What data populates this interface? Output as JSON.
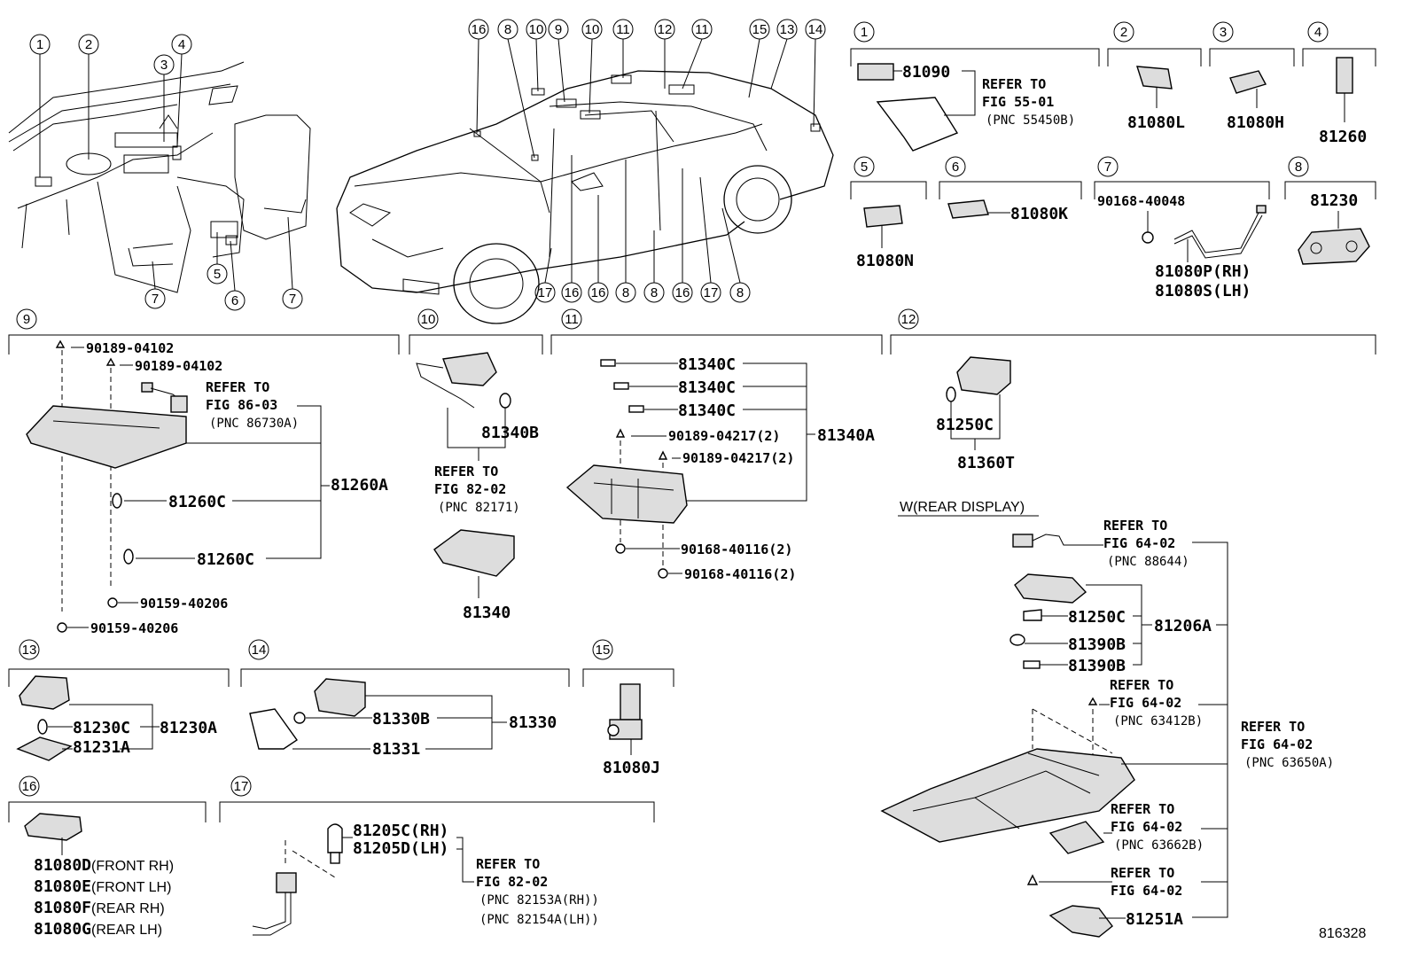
{
  "callouts": {
    "dash": [
      "1",
      "2",
      "3",
      "4",
      "5",
      "6",
      "7",
      "7"
    ],
    "car_top": [
      "16",
      "8",
      "10",
      "9",
      "10",
      "11",
      "12",
      "11",
      "15",
      "13",
      "14"
    ],
    "car_bottom": [
      "17",
      "16",
      "16",
      "8",
      "8",
      "16",
      "17",
      "8"
    ]
  },
  "sections": {
    "s1": {
      "num": "1",
      "part": "81090",
      "ref": [
        "REFER TO",
        "FIG 55-01",
        "(PNC 55450B)"
      ]
    },
    "s2": {
      "num": "2",
      "part": "81080L"
    },
    "s3": {
      "num": "3",
      "part": "81080H"
    },
    "s4": {
      "num": "4",
      "part": "81260"
    },
    "s5": {
      "num": "5",
      "part": "81080N"
    },
    "s6": {
      "num": "6",
      "part": "81080K"
    },
    "s7": {
      "num": "7",
      "bolt": "90168-40048",
      "part_rh": "81080P(RH)",
      "part_lh": "81080S(LH)"
    },
    "s8": {
      "num": "8",
      "part": "81230"
    },
    "s9": {
      "num": "9",
      "clip1": "90189-04102",
      "clip2": "90189-04102",
      "ref": [
        "REFER TO",
        "FIG 86-03",
        "(PNC 86730A)"
      ],
      "bulb1": "81260C",
      "bulb2": "81260C",
      "assy": "81260A",
      "screw1": "90159-40206",
      "screw2": "90159-40206"
    },
    "s10": {
      "num": "10",
      "bulb": "81340B",
      "ref": [
        "REFER TO",
        "FIG 82-02",
        "(PNC 82171)"
      ],
      "assy": "81340"
    },
    "s11": {
      "num": "11",
      "bulb1": "81340C",
      "bulb2": "81340C",
      "bulb3": "81340C",
      "clip1": "90189-04217(2)",
      "clip2": "90189-04217(2)",
      "assy": "81340A",
      "screw1": "90168-40116(2)",
      "screw2": "90168-40116(2)"
    },
    "s12": {
      "num": "12",
      "bulb": "81250C",
      "assy": "81360T"
    },
    "rear_display": {
      "title": "W(REAR DISPLAY)",
      "ref1": [
        "REFER TO",
        "FIG 64-02",
        "(PNC 88644)"
      ],
      "bulb": "81250C",
      "bulb2": "81390B",
      "bulb3": "81390B",
      "assy": "81206A",
      "ref2": [
        "REFER TO",
        "FIG 64-02",
        "(PNC 63412B)"
      ],
      "ref3": [
        "REFER TO",
        "FIG 64-02",
        "(PNC 63650A)"
      ],
      "ref4": [
        "REFER TO",
        "FIG 64-02",
        "(PNC 63662B)"
      ],
      "ref5": [
        "REFER TO",
        "FIG 64-02"
      ],
      "cover": "81251A"
    },
    "s13": {
      "num": "13",
      "bulb": "81230C",
      "assy": "81230A",
      "lens": "81231A"
    },
    "s14": {
      "num": "14",
      "bulb": "81330B",
      "assy": "81330",
      "lens": "81331"
    },
    "s15": {
      "num": "15",
      "part": "81080J"
    },
    "s16": {
      "num": "16",
      "items": [
        {
          "code": "81080D",
          "desc": "(FRONT RH)"
        },
        {
          "code": "81080E",
          "desc": "(FRONT LH)"
        },
        {
          "code": "81080F",
          "desc": "(REAR RH)"
        },
        {
          "code": "81080G",
          "desc": "(REAR LH)"
        }
      ]
    },
    "s17": {
      "num": "17",
      "bulb_rh": "81205C(RH)",
      "bulb_lh": "81205D(LH)",
      "ref": [
        "REFER TO",
        "FIG 82-02",
        "(PNC 82153A(RH))",
        "(PNC 82154A(LH))"
      ]
    }
  },
  "figure_id": "816328"
}
